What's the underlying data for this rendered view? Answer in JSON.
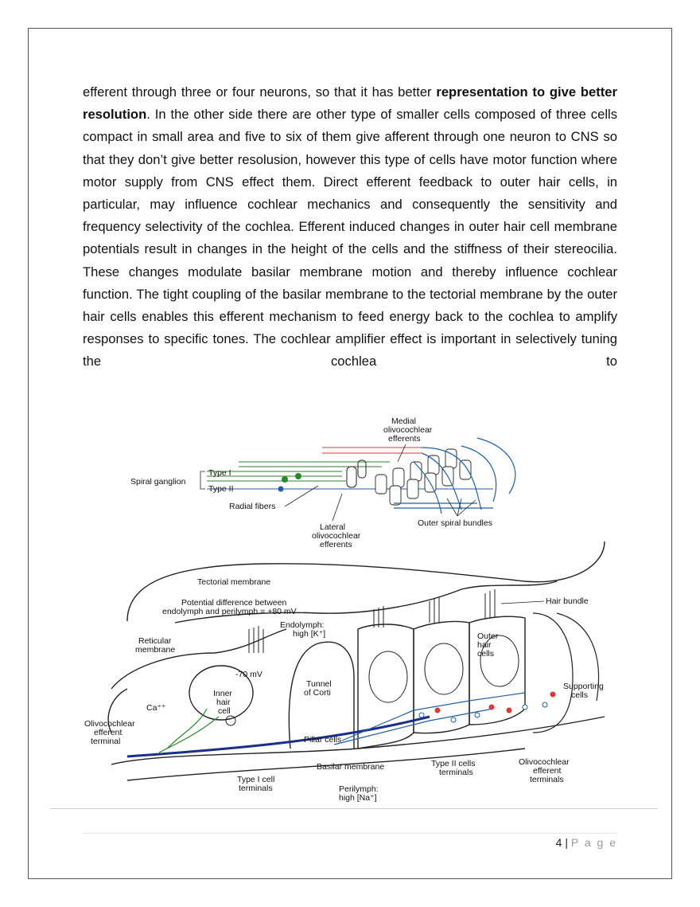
{
  "body": {
    "p1": "efferent through three or four neurons, so that it has better ",
    "bold1": "representation to give better resolution",
    "p2": ". In the other side there are other type of smaller cells composed of three cells compact in small area and five to six of them give afferent through one neuron to CNS so that they don’t give better resolusion, however this type of cells have motor function where motor supply from CNS effect them. Direct efferent feedback to outer hair cells, in particular, may influence cochlear mechanics and consequently the sensitivity and frequency selectivity of the cochlea. Efferent induced changes in outer hair cell membrane potentials result in changes in the height of the cells and the stiffness of their stereocilia. These changes modulate basilar membrane motion and thereby influence cochlear function. The tight coupling of the basilar membrane to the tectorial membrane by the outer hair cells enables this efferent mechanism to feed energy back to the cochlea to amplify responses to specific tones. The cochlear amplifier effect is important in selectively tuning the cochlea to"
  },
  "figure": {
    "top_labels": {
      "medial_1": "Medial",
      "medial_2": "olivocochlear",
      "medial_3": "efferents",
      "type1": "Type I",
      "spiral": "Spiral ganglion",
      "type2": "Type II",
      "radial": "Radial fibers",
      "lateral_1": "Lateral",
      "lateral_2": "olivocochlear",
      "lateral_3": "efferents",
      "outer_spiral": "Outer spiral bundles"
    },
    "bottom_labels": {
      "tectorial": "Tectorial membrane",
      "potential_1": "Potential difference between",
      "potential_2": "endolymph and perilymph = +80 mV",
      "hair_bundle": "Hair bundle",
      "endolymph_1": "Endolymph:",
      "endolymph_2": "high [K⁺]",
      "reticular_1": "Reticular",
      "reticular_2": "membrane",
      "outer_1": "Outer",
      "outer_2": "hair",
      "outer_3": "cells",
      "mv70": "-70 mV",
      "tunnel_1": "Tunnel",
      "tunnel_2": "of Corti",
      "inner_1": "Inner",
      "inner_2": "hair",
      "inner_3": "cell",
      "supporting_1": "Supporting",
      "supporting_2": "cells",
      "ca": "Ca⁺⁺",
      "olivo_term_1": "Olivocochlear",
      "olivo_term_2": "efferent",
      "olivo_term_3": "terminal",
      "pillar": "Pillar cells",
      "basilar": "Basilar membrane",
      "type2_term_1": "Type II cells",
      "type2_term_2": "terminals",
      "olivo_terms_1": "Olivocochlear",
      "olivo_terms_2": "efferent",
      "olivo_terms_3": "terminals",
      "type1_term_1": "Type I cell",
      "type1_term_2": "terminals",
      "perilymph_1": "Perilymph:",
      "perilymph_2": "high [Na⁺]"
    },
    "colors": {
      "afferent_green": "#2a8a2a",
      "efferent_red": "#d93a3a",
      "efferent_blue": "#1f5fa8",
      "dark_blue": "#1b2f8a"
    }
  },
  "footer": {
    "page_number": "4",
    "separator": "|",
    "page_word": "P a g e"
  }
}
